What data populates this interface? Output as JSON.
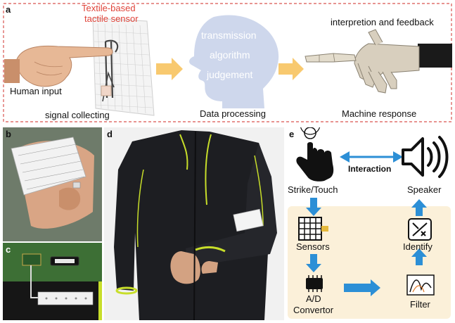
{
  "panel_a": {
    "letter": "a",
    "sensor_label_line1": "Textile-based",
    "sensor_label_line2": "tactile sensor",
    "human_input": "Human input",
    "signal_collecting": "signal collecting",
    "head_words": [
      "transmission",
      "algorithm",
      "judgement"
    ],
    "data_processing": "Data processing",
    "interpretion": "interpretion and feedback",
    "machine_response": "Machine response"
  },
  "panel_b": {
    "letter": "b"
  },
  "panel_c": {
    "letter": "c"
  },
  "panel_d": {
    "letter": "d"
  },
  "panel_e": {
    "letter": "e",
    "interaction": "Interaction",
    "strike_touch": "Strike/Touch",
    "speaker": "Speaker",
    "sensors": "Sensors",
    "identify": "Identify",
    "ad_line1": "A/D",
    "ad_line2": "Convertor",
    "filter": "Filter"
  },
  "colors": {
    "dashed_border": "#d9534f",
    "sensor_label": "#e0443a",
    "orange_arrow": "#f7c35f",
    "blue_arrow": "#2c8fd6",
    "panel_e_bg": "#fbf0d9",
    "head": "#c9d3ea",
    "shirt": "#1d1e22",
    "shirt_accent": "#c8de2a"
  }
}
